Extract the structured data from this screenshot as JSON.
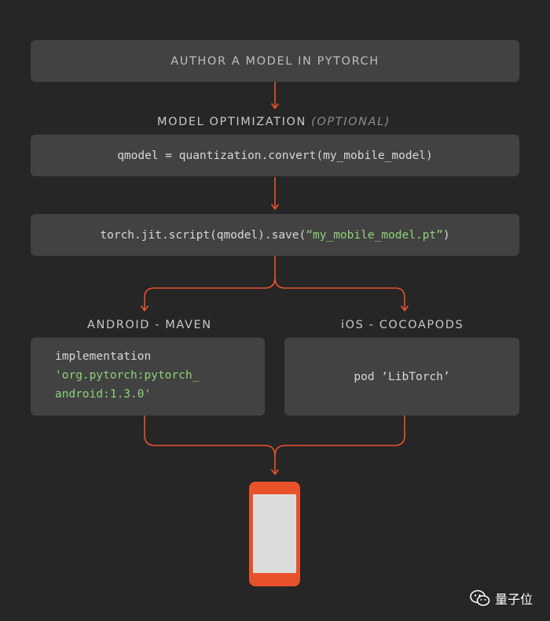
{
  "steps": {
    "author": "AUTHOR A MODEL IN PYTORCH",
    "optimization_label": "MODEL OPTIMIZATION",
    "optimization_optional": "(OPTIONAL)",
    "quantize_code": "qmodel = quantization.convert(my_mobile_model)",
    "save_code_prefix": "torch.jit.script(qmodel).save(",
    "save_code_string": "“my_mobile_model.pt”",
    "save_code_suffix": ")"
  },
  "android": {
    "label": "ANDROID - MAVEN",
    "line1": "implementation",
    "line2": "'org.pytorch:pytorch_",
    "line3": "android:1.3.0'"
  },
  "ios": {
    "label": "iOS - COCOAPODS",
    "code": "pod ‘LibTorch’"
  },
  "watermark": {
    "icon": "wechat-icon",
    "text": "量子位"
  },
  "colors": {
    "background": "#262626",
    "box": "#424242",
    "arrow": "#e8522b",
    "string": "#8fd17a",
    "phone": "#e8522b"
  }
}
